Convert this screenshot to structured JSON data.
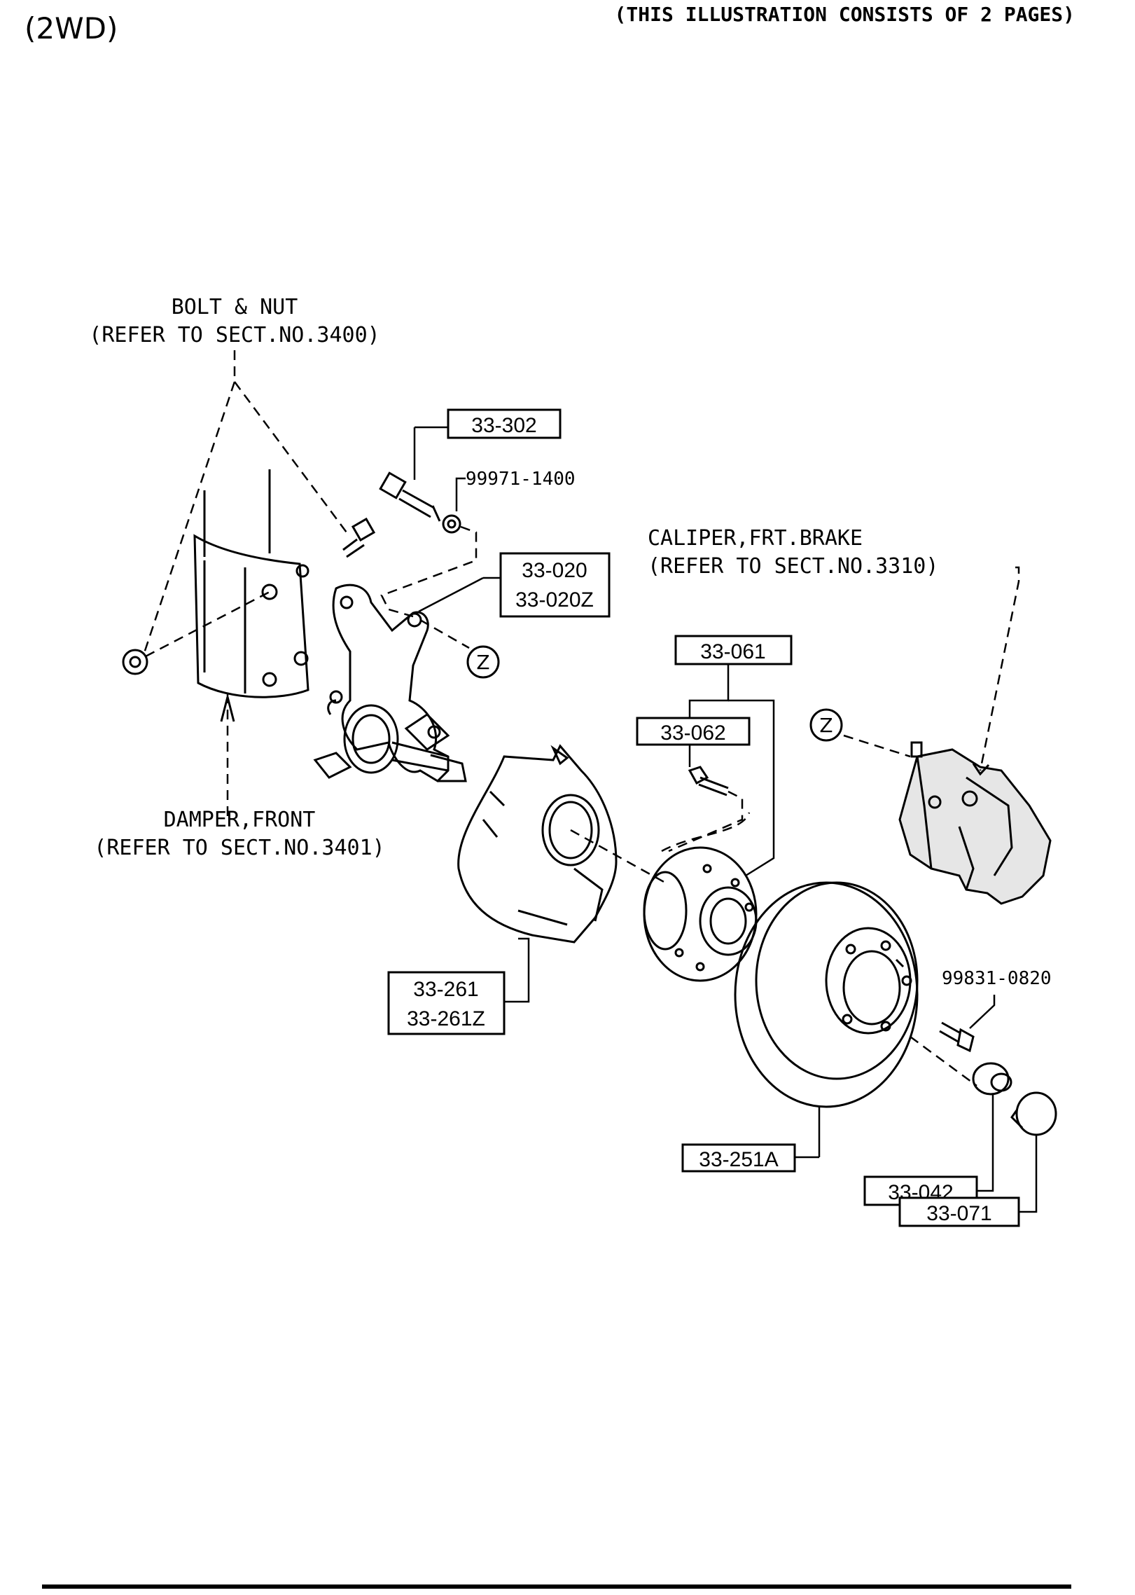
{
  "header": {
    "variant": "(2WD)",
    "pages_note": "(THIS ILLUSTRATION CONSISTS OF  2 PAGES)"
  },
  "notes": {
    "bolt_nut": {
      "line1": "BOLT & NUT",
      "line2": "(REFER TO SECT.NO.3400)"
    },
    "caliper": {
      "line1": "CALIPER,FRT.BRAKE",
      "line2": "(REFER TO SECT.NO.3310)"
    },
    "damper": {
      "line1": "DAMPER,FRONT",
      "line2": "(REFER TO SECT.NO.3401)"
    }
  },
  "callouts": {
    "bolt": "33-302",
    "washer": "99971-1400",
    "knuckle": [
      "33-020",
      "33-020Z"
    ],
    "hub_group": "33-061",
    "hub_bolt": "33-062",
    "dust_cover": [
      "33-261",
      "33-261Z"
    ],
    "disc": "33-251A",
    "screw": "99831-0820",
    "nut": "33-042",
    "cap": "33-071"
  },
  "ref_marks": {
    "z1": "Z",
    "z2": "Z"
  }
}
